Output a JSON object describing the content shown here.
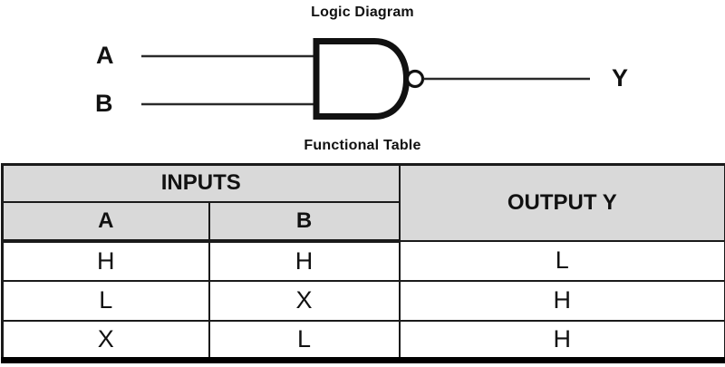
{
  "diagram": {
    "title": "Logic Diagram",
    "gate": "NAND",
    "input_labels": [
      "A",
      "B"
    ],
    "output_label": "Y"
  },
  "table": {
    "title": "Functional Table",
    "header": {
      "inputs": "INPUTS",
      "output": "OUTPUT Y",
      "columns": [
        "A",
        "B"
      ]
    },
    "rows": [
      [
        "H",
        "H",
        "L"
      ],
      [
        "L",
        "X",
        "H"
      ],
      [
        "X",
        "L",
        "H"
      ]
    ]
  },
  "colors": {
    "header_bg": "#d9d9d9",
    "border": "#1a1a1a",
    "ink": "#111111"
  }
}
